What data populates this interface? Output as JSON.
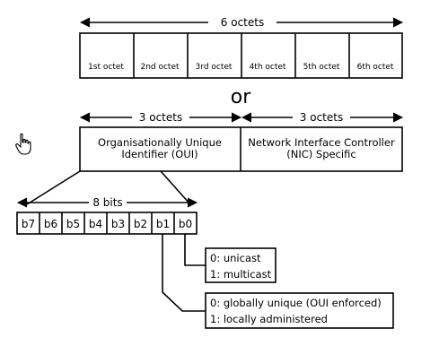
{
  "top": {
    "span_label": "6 octets",
    "octets": [
      "1st octet",
      "2nd octet",
      "3rd octet",
      "4th octet",
      "5th octet",
      "6th octet"
    ]
  },
  "or_label": "or",
  "middle": {
    "left_span_label": "3 octets",
    "right_span_label": "3 octets",
    "oui_line1": "Organisationally Unique",
    "oui_line2": "Identifier (OUI)",
    "nic_line1": "Network Interface Controller",
    "nic_line2": "(NIC) Specific"
  },
  "bits": {
    "span_label": "8 bits",
    "cells": [
      "b7",
      "b6",
      "b5",
      "b4",
      "b3",
      "b2",
      "b1",
      "b0"
    ]
  },
  "callouts": {
    "b0_line1": "0: unicast",
    "b0_line2": "1: multicast",
    "b1_line1": "0: globally unique (OUI enforced)",
    "b1_line2": "1: locally administered"
  },
  "icons": {
    "cursor": "hand-pointer-icon"
  }
}
